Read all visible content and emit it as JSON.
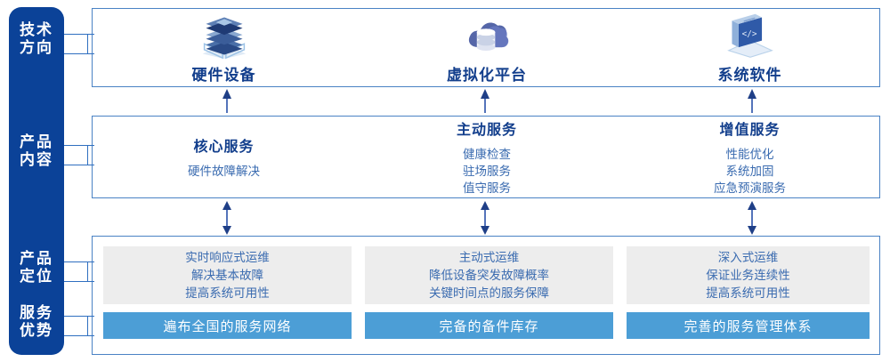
{
  "rail": {
    "color": "#0b4298",
    "labels": [
      {
        "name": "tech-direction",
        "lines": [
          "技术",
          "方向"
        ]
      },
      {
        "name": "product-content",
        "lines": [
          "产品",
          "内容"
        ]
      },
      {
        "name": "product-position",
        "lines": [
          "产品",
          "定位"
        ]
      },
      {
        "name": "service-advantage",
        "lines": [
          "服务",
          "优势"
        ]
      }
    ]
  },
  "tech": {
    "items": [
      {
        "icon": "server-stack-icon",
        "label": "硬件设备"
      },
      {
        "icon": "cloud-database-icon",
        "label": "虚拟化平台"
      },
      {
        "icon": "laptop-code-icon",
        "label": "系统软件"
      }
    ]
  },
  "content": {
    "columns": [
      {
        "title": "核心服务",
        "lines": [
          "硬件故障解决"
        ]
      },
      {
        "title": "主动服务",
        "lines": [
          "健康检查",
          "驻场服务",
          "值守服务"
        ]
      },
      {
        "title": "增值服务",
        "lines": [
          "性能优化",
          "系统加固",
          "应急预演服务"
        ]
      }
    ]
  },
  "positioning": {
    "cards": [
      {
        "lines": [
          "实时响应式运维",
          "解决基本故障",
          "提高系统可用性"
        ]
      },
      {
        "lines": [
          "主动式运维",
          "降低设备突发故障概率",
          "关键时间点的服务保障"
        ]
      },
      {
        "lines": [
          "深入式运维",
          "保证业务连续性",
          "提高系统可用性"
        ]
      }
    ]
  },
  "advantage": {
    "bars": [
      {
        "label": "遍布全国的服务网络"
      },
      {
        "label": "完备的备件库存"
      },
      {
        "label": "完善的服务管理体系"
      }
    ],
    "color": "#4c9ed6"
  },
  "theme": {
    "border": "#4a82c4",
    "title": "#123e8c",
    "body": "#3a6bb0",
    "grey": "#ededed",
    "arrow": "#1f3f87"
  }
}
